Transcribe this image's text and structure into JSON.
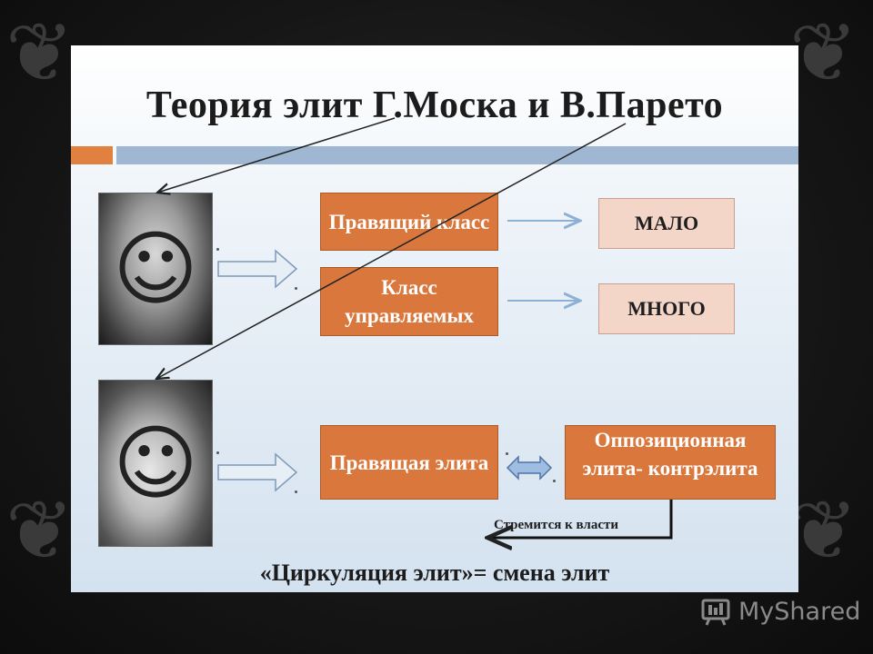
{
  "title": "Теория элит Г.Моска и В.Парето",
  "boxes": {
    "ruling_class": "Правящий класс",
    "governed_class": "Класс управляемых",
    "few": "МАЛО",
    "many": "МНОГО",
    "ruling_elite": "Правящая элита",
    "counter_elite": "Оппозиционная элита- контрэлита"
  },
  "strive_label": "Стремится к власти",
  "circulation": "«Циркуляция элит»= смена элит",
  "watermark": "MyShared",
  "colors": {
    "orange_box": "#d9773c",
    "light_box": "#f4d6c9",
    "band_blue": "#9fb7d2",
    "band_orange": "#e0813f"
  }
}
